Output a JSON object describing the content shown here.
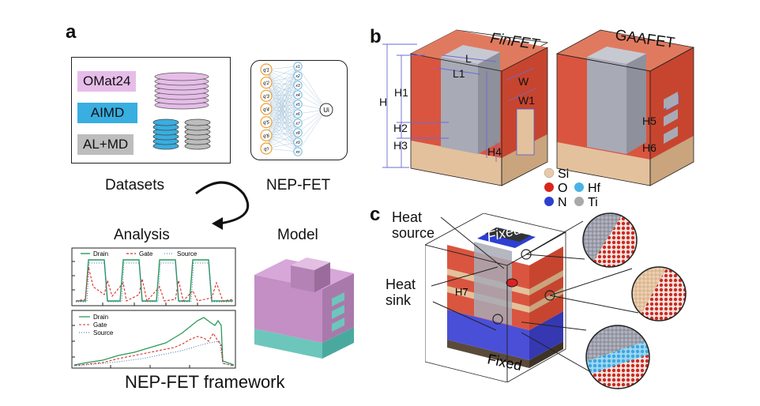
{
  "panels": {
    "a": "a",
    "b": "b",
    "c": "c"
  },
  "datasets": {
    "items": [
      {
        "label": "OMat24",
        "color": "#e6bde8"
      },
      {
        "label": "AIMD",
        "color": "#39aee0"
      },
      {
        "label": "AL+MD",
        "color": "#bdbdbd"
      }
    ],
    "caption": "Datasets"
  },
  "nep": {
    "caption": "NEP-FET",
    "inputs": [
      "q'1",
      "q'2",
      "q'3",
      "q'4",
      "q'5",
      "q'6",
      "q'i"
    ],
    "hidden": [
      "x1",
      "x2",
      "x3",
      "x4",
      "x5",
      "x6",
      "x7",
      "x8",
      "x9",
      "xn"
    ],
    "output": "Ui"
  },
  "analysis": {
    "caption": "Analysis",
    "plot1": {
      "legend": [
        "Drain",
        "Gate",
        "Source"
      ]
    },
    "plot2": {
      "legend": [
        "Drain",
        "Gate",
        "Source"
      ]
    }
  },
  "model": {
    "caption": "Model"
  },
  "framework": "NEP-FET framework",
  "b": {
    "finfet": "FinFET",
    "gaafet": "GAAFET",
    "dims": [
      "L",
      "L1",
      "W",
      "W1",
      "H",
      "H1",
      "H2",
      "H3",
      "H4",
      "H5",
      "H6"
    ],
    "legend": [
      {
        "el": "Si",
        "color": "#e8c9a8"
      },
      {
        "el": "O",
        "color": "#d8261c"
      },
      {
        "el": "Hf",
        "color": "#4ab3e6"
      },
      {
        "el": "N",
        "color": "#2d3fd1"
      },
      {
        "el": "Ti",
        "color": "#a9a9a9"
      }
    ]
  },
  "c": {
    "heat_source": "Heat source",
    "heat_sink": "Heat sink",
    "fixed_top": "Fixed",
    "fixed_bottom": "Fixed",
    "h7": "H7"
  },
  "colors": {
    "oxide": "#d9553f",
    "silicon": "#e3c19c",
    "metal": "#a8aab6",
    "nitride": "#4a4fd8",
    "accent": "#6b6bd6"
  }
}
